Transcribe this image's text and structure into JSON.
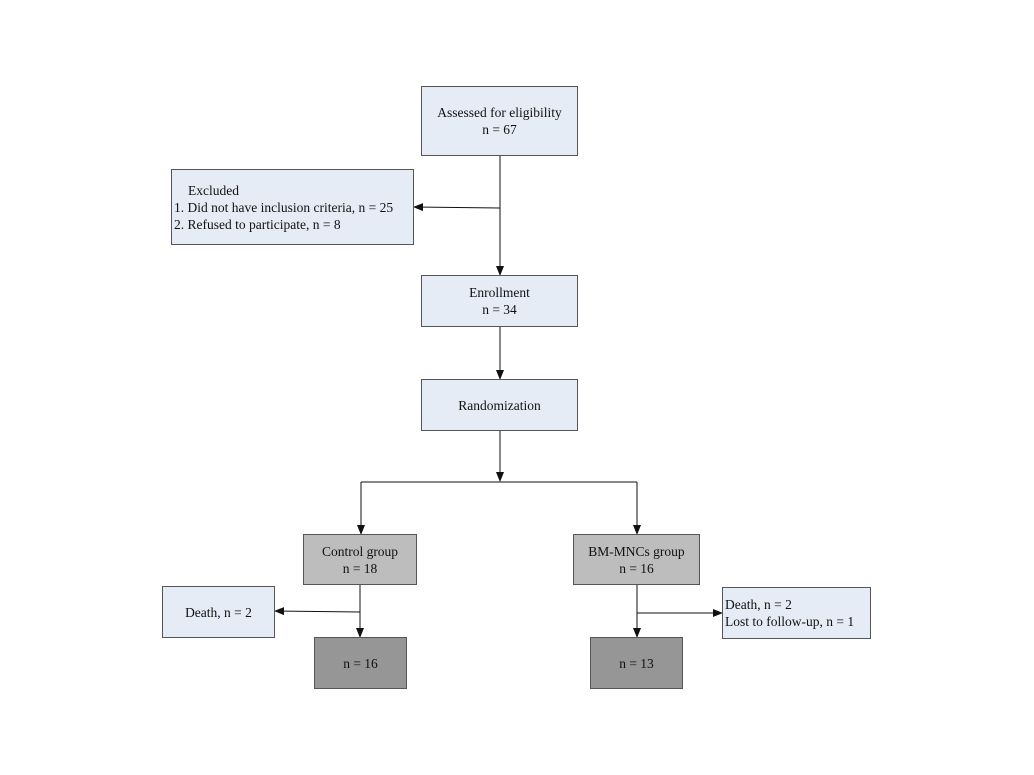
{
  "assessed": {
    "title": "Assessed for eligibility",
    "count": "n = 67"
  },
  "excluded": {
    "title": "Excluded",
    "reasons": [
      "1. Did not have inclusion criteria, n = 25",
      "2. Refused to participate, n = 8"
    ]
  },
  "enrollment": {
    "title": "Enrollment",
    "count": "n = 34"
  },
  "randomization": {
    "title": "Randomization"
  },
  "control": {
    "title": "Control group",
    "count": "n = 18",
    "loss": "Death, n = 2",
    "final": "n = 16"
  },
  "bmmnc": {
    "title": "BM-MNCs group",
    "count": "n = 16",
    "loss": [
      "Death, n = 2",
      "Lost to follow-up, n = 1"
    ],
    "final": "n = 13"
  },
  "colors": {
    "box_light": "#e6ecf5",
    "box_group": "#bdbdbd",
    "box_final": "#969696",
    "border": "#555555"
  }
}
